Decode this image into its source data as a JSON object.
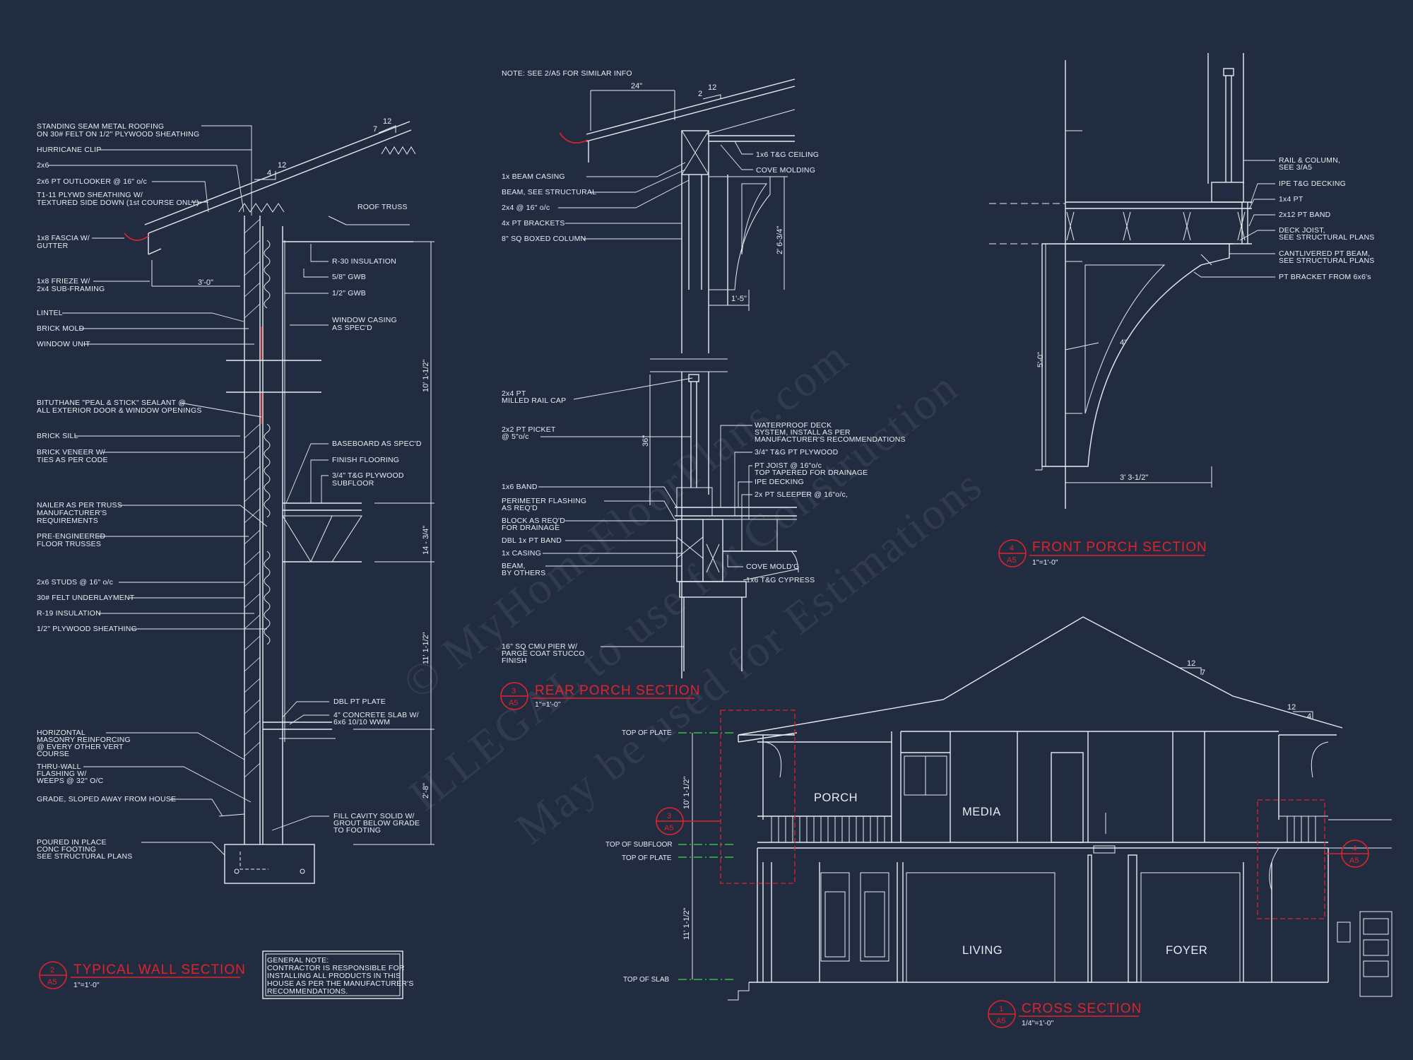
{
  "watermark": {
    "line1": "© MyHomeFloorPlans.com",
    "line2": "ILLEGAL to use for Construction",
    "line3": "May be used for Estimations"
  },
  "wall_section": {
    "labels": [
      "STANDING SEAM METAL ROOFING",
      "ON 30# FELT ON 1/2\" PLYWOOD SHEATHING",
      "HURRICANE CLIP",
      "2x6",
      "2x6 PT OUTLOOKER @ 16\" o/c",
      "T1-11 PLYWD SHEATHING W/",
      "TEXTURED SIDE DOWN (1st COURSE ONLY)",
      "1x8 FASCIA W/",
      "GUTTER",
      "1x8 FRIEZE W/",
      "2x4 SUB-FRAMING",
      "LINTEL",
      "BRICK MOLD",
      "WINDOW UNIT",
      "BITUTHANE \"PEAL & STICK\" SEALANT @",
      "ALL EXTERIOR DOOR & WINDOW OPENINGS",
      "BRICK SILL",
      "BRICK VENEER W/",
      "TIES AS PER CODE",
      "NAILER AS PER TRUSS",
      "MANUFACTURER'S",
      "REQUIREMENTS",
      "PRE-ENGINEERED",
      "FLOOR TRUSSES",
      "2x6 STUDS @ 16\" o/c",
      "30# FELT UNDERLAYMENT",
      "R-19 INSULATION",
      "1/2\" PLYWOOD SHEATHING",
      "HORIZONTAL",
      "MASONRY REINFORCING",
      "@ EVERY OTHER VERT",
      "COURSE",
      "THRU-WALL",
      "FLASHING W/",
      "WEEPS @ 32\" O/C",
      "GRADE, SLOPED AWAY FROM HOUSE",
      "POURED IN PLACE",
      "CONC FOOTING",
      "SEE STRUCTURAL PLANS",
      "ROOF TRUSS",
      "R-30 INSULATION",
      "5/8\" GWB",
      "1/2\" GWB",
      "WINDOW CASING",
      "AS SPEC'D",
      "BASEBOARD AS SPEC'D",
      "FINISH FLOORING",
      "3/4\" T&G PLYWOOD",
      "SUBFLOOR",
      "DBL PT PLATE",
      "4\" CONCRETE SLAB W/",
      "6x6 10/10 WWM",
      "FILL CAVITY SOLID W/",
      "GROUT BELOW GRADE",
      "TO FOOTING"
    ],
    "dims": [
      "3'-0\"",
      "10' 1-1/2\"",
      "14 - 3/4\"",
      "11' 1-1/2\"",
      "2'-8\"",
      "12",
      "4",
      "7",
      "12"
    ],
    "title": "TYPICAL WALL SECTION",
    "scale": "1\"=1'-0\"",
    "bubble_num": "2",
    "bubble_sheet": "A5",
    "note_lines": [
      "GENERAL NOTE:",
      "CONTRACTOR IS RESPONSIBLE FOR",
      "INSTALLING ALL PRODUCTS IN THIS",
      "HOUSE AS PER THE MANUFACTURER'S",
      "RECOMMENDATIONS."
    ]
  },
  "rear_porch": {
    "note": "NOTE: SEE 2/A5 FOR SIMILAR INFO",
    "labels": [
      "1x BEAM CASING",
      "BEAM, SEE STRUCTURAL",
      "2x4 @ 16\" o/c",
      "4x PT BRACKETS",
      "8\" SQ BOXED COLUMN",
      "2x4 PT",
      "MILLED RAIL CAP",
      "2x2 PT PICKET",
      "@ 5\"o/c",
      "1x6 BAND",
      "PERIMETER FLASHING",
      "AS REQ'D",
      "BLOCK AS REQ'D",
      "FOR DRAINAGE",
      "DBL 1x PT BAND",
      "1x CASING",
      "BEAM,",
      "BY OTHERS",
      "16\" SQ CMU PIER W/",
      "PARGE COAT STUCCO",
      "FINISH",
      "1x6 T&G CEILING",
      "COVE MOLDING",
      "WATERPROOF DECK",
      "SYSTEM, INSTALL AS PER",
      "MANUFACTURER'S RECOMMENDATIONS",
      "3/4\" T&G PT PLYWOOD",
      "PT JOIST @ 16\"o/c",
      "TOP TAPERED FOR DRAINAGE",
      "IPE DECKING",
      "2x PT SLEEPER @ 16\"o/c,",
      "COVE MOLD'G",
      "1x6 T&G CYPRESS"
    ],
    "dims": [
      "24\"",
      "2",
      "12",
      "2' 6-3/4\"",
      "1'-5\"",
      "36\""
    ],
    "title": "REAR PORCH SECTION",
    "scale": "1\"=1'-0\"",
    "bubble_num": "3",
    "bubble_sheet": "A5"
  },
  "front_porch": {
    "labels": [
      "RAIL & COLUMN,",
      "SEE 3/A5",
      "IPE T&G DECKING",
      "1x4 PT",
      "2x12 PT BAND",
      "DECK JOIST,",
      "SEE STRUCTURAL PLANS",
      "CANTLIVERED PT BEAM,",
      "SEE STRUCTURAL PLANS",
      "PT BRACKET FROM 6x6's"
    ],
    "dims": [
      "5'-0\"",
      "3' 3-1/2\"",
      "4\""
    ],
    "title": "FRONT PORCH SECTION",
    "scale": "1\"=1'-0\"",
    "bubble_num": "4",
    "bubble_sheet": "A5"
  },
  "cross_section": {
    "levels": [
      "TOP OF PLATE",
      "TOP OF SUBFLOOR",
      "TOP OF PLATE",
      "TOP OF SLAB"
    ],
    "rooms": [
      "PORCH",
      "MEDIA",
      "LIVING",
      "FOYER"
    ],
    "dims": [
      "10' 1-1/2\"",
      "11' 1-1/2\"",
      "12",
      "7",
      "12",
      "4"
    ],
    "callout3_num": "3",
    "callout3_sheet": "A5",
    "callout4_num": "4",
    "callout4_sheet": "A5",
    "title": "CROSS SECTION",
    "scale": "1/4\"=1'-0\"",
    "bubble_num": "1",
    "bubble_sheet": "A5"
  }
}
